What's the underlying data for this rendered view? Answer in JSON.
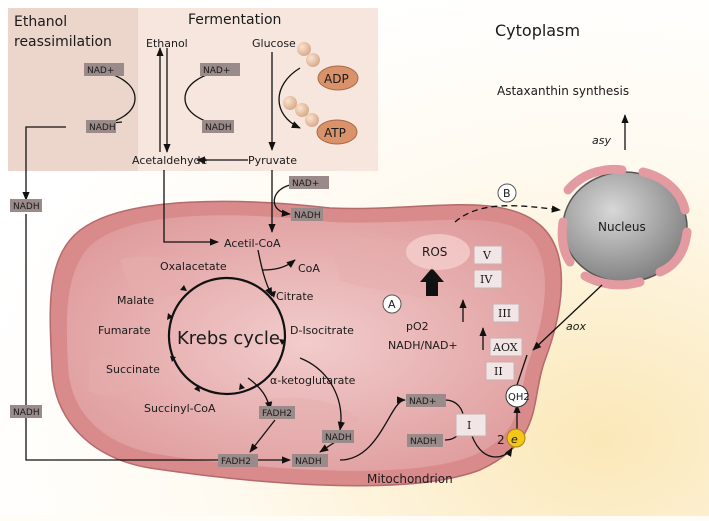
{
  "regions": {
    "ethanol_reassimilation": [
      "Ethanol",
      "reassimilation"
    ],
    "fermentation": "Fermentation",
    "cytoplasm": "Cytoplasm",
    "mitochondrion": "Mitochondrion",
    "nucleus": "Nucleus"
  },
  "molecules": {
    "ethanol": "Ethanol",
    "glucose": "Glucose",
    "acetaldehyde": "Acetaldehyde",
    "pyruvate": "Pyruvate",
    "acetyl_coa": "Acetil-CoA",
    "oxalacetate": "Oxalacetate",
    "coa": "CoA",
    "citrate": "Citrate",
    "malate": "Malate",
    "fumarate": "Fumarate",
    "d_isocitrate": "D-Isocitrate",
    "succinate": "Succinate",
    "a_ketoglutarate": "α-ketoglutarate",
    "succinyl_coa": "Succinyl-CoA",
    "adp": "ADP",
    "atp": "ATP"
  },
  "cofactors": {
    "nad": "NAD+",
    "nadh": "NADH",
    "fadh2": "FADH2"
  },
  "krebs_cycle": "Krebs cycle",
  "products": {
    "astaxanthin": "Astaxanthin synthesis",
    "asy": "asy",
    "aox": "aox"
  },
  "mito_labels": {
    "ros": "ROS",
    "po2": "pO2",
    "nadh_ratio": "NADH/NAD+",
    "qh2": "QH2",
    "electrons": "2",
    "electron_symbol": "e",
    "label_a": "A",
    "label_b": "B"
  },
  "complexes": [
    "V",
    "IV",
    "III",
    "AOX",
    "II",
    "I"
  ],
  "colors": {
    "panel_ethanol": "#f0dfd8",
    "panel_fermentation": "#f8ece5",
    "mito_outer": "#d98a8b",
    "mito_inner": "#f0c0bf",
    "nad_tag": "#9a8a8a",
    "adp_atp": "#d9926a",
    "nucleus": "#9c9c9c",
    "envelope": "#e8a0a4",
    "electron": "#f5c518"
  }
}
